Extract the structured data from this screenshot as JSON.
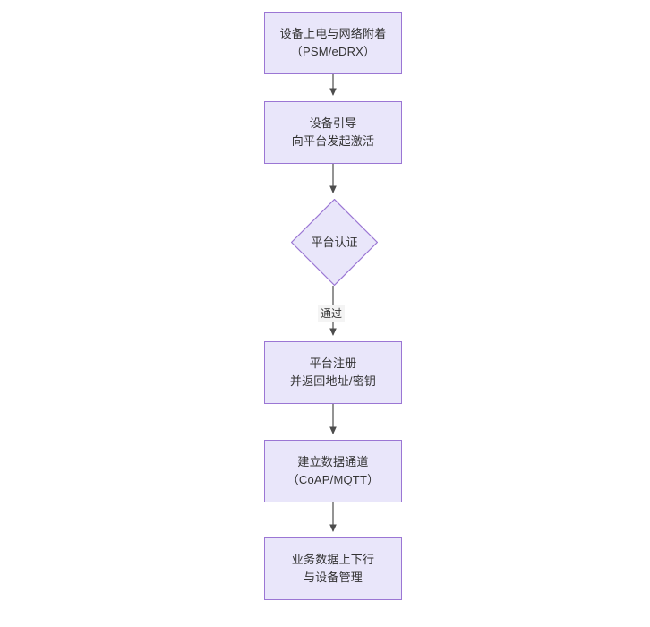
{
  "diagram": {
    "type": "flowchart",
    "orientation": "top-to-bottom",
    "background_color": "#ffffff",
    "node_fill_color": "#E9E6FA",
    "node_border_color": "#9B76D4",
    "edge_color": "#4d4d4d",
    "text_color": "#333333",
    "nodes": [
      {
        "id": "n1",
        "shape": "rectangle",
        "line1": "设备上电与网络附着",
        "line2": "（PSM/eDRX）",
        "text": "设备上电与网络附着\n（PSM/eDRX）"
      },
      {
        "id": "n2",
        "shape": "rectangle",
        "line1": "设备引导",
        "line2": "向平台发起激活",
        "text": "设备引导\n向平台发起激活"
      },
      {
        "id": "n3",
        "shape": "diamond",
        "line1": "平台认证",
        "line2": "",
        "text": "平台认证"
      },
      {
        "id": "n4",
        "shape": "rectangle",
        "line1": "平台注册",
        "line2": "并返回地址/密钥",
        "text": "平台注册\n并返回地址/密钥"
      },
      {
        "id": "n5",
        "shape": "rectangle",
        "line1": "建立数据通道",
        "line2": "（CoAP/MQTT）",
        "text": "建立数据通道\n（CoAP/MQTT）"
      },
      {
        "id": "n6",
        "shape": "rectangle",
        "line1": "业务数据上下行",
        "line2": "与设备管理",
        "text": "业务数据上下行\n与设备管理"
      }
    ],
    "edges": [
      {
        "id": "e1",
        "from": "n1",
        "to": "n2",
        "label": ""
      },
      {
        "id": "e2",
        "from": "n2",
        "to": "n3",
        "label": ""
      },
      {
        "id": "e3",
        "from": "n3",
        "to": "n4",
        "label": "通过"
      },
      {
        "id": "e4",
        "from": "n4",
        "to": "n5",
        "label": ""
      },
      {
        "id": "e5",
        "from": "n5",
        "to": "n6",
        "label": ""
      }
    ]
  }
}
